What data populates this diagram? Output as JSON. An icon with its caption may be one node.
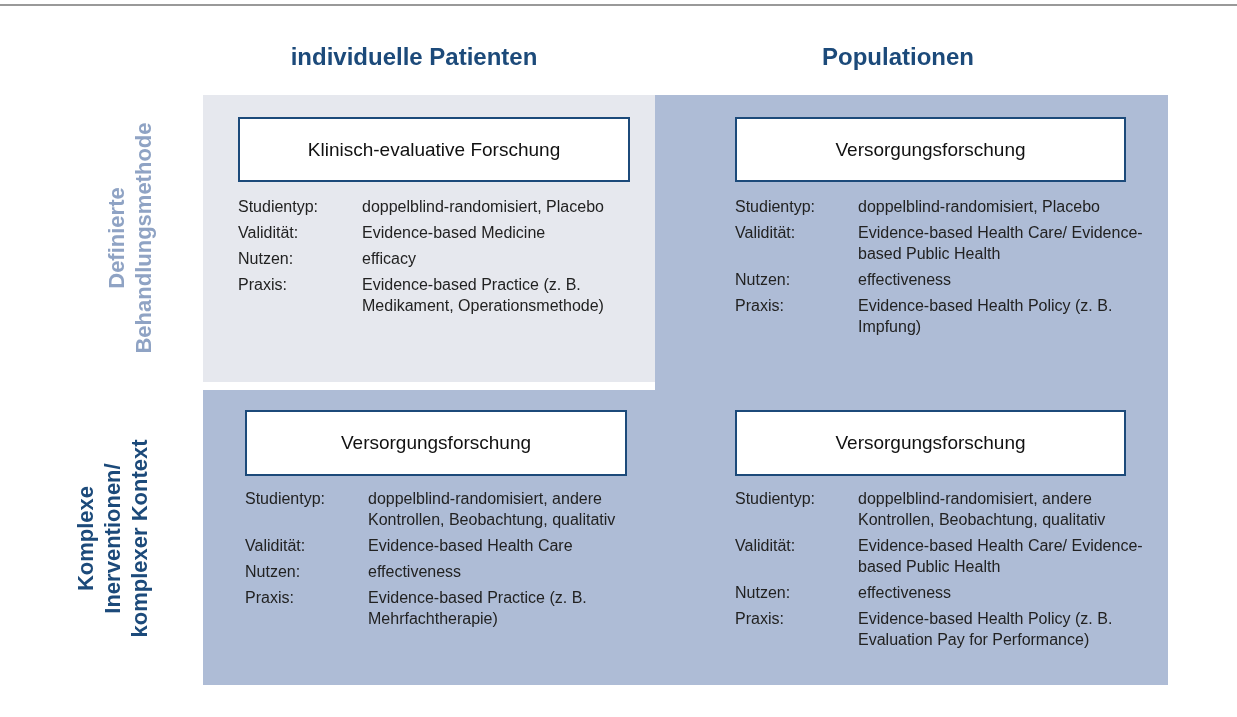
{
  "diagram": {
    "nodes": [
      {
        "text": [
          "Studientyp:",
          "doppelblind-randomisiert, Placebo",
          "Validität:",
          "Evidence-based Medicine",
          "Nutzen:",
          "efficacy",
          "Praxis:",
          "Evidence-based Practice (z. B. Medikament, Operationsmethode)"
        ]
      },
      {
        "text": [
          "Klinisch-evaluative Forschung"
        ],
        "in": 0
      },
      {
        "text": [
          "Studientyp:",
          "doppelblind-randomisiert, Placebo",
          "Validität:",
          "Evidence-based Health Care/ Evidence-based Public Health",
          "Nutzen:",
          "effectiveness",
          "Praxis:",
          "Evidence-based Health Policy (z. B. Impfung)"
        ]
      },
      {
        "text": [
          "Versorgungsforschung"
        ],
        "in": 2
      },
      {
        "text": [
          "Studientyp:",
          "doppelblind-randomisiert, andere Kontrollen, Beobachtung, qualitativ",
          "Validität:",
          "Evidence-based Health Care",
          "Nutzen:",
          "effectiveness",
          "Praxis:",
          "Evidence-based Practice (z. B. Mehrfachtherapie)"
        ]
      },
      {
        "text": [
          "Versorgungsforschung"
        ],
        "in": 4
      },
      {
        "text": [
          "Studientyp:",
          "doppelblind-randomisiert, andere Kontrollen, Beobachtung, qualitativ",
          "Validität:",
          "Evidence-based Health Care/ Evidence-based Public Health",
          "Nutzen:",
          "effectiveness",
          "Praxis:",
          "Evidence-based Health Policy (z. B. Evaluation Pay for Performance)"
        ]
      },
      {
        "text": [
          "Versorgungsforschung"
        ],
        "in": 6
      }
    ],
    "labels": [
      "individuelle Patienten",
      "Populationen",
      "Definierte Behandlungsmethode",
      "Komplexe Inerventionen/ komplexer Kontext"
    ]
  }
}
